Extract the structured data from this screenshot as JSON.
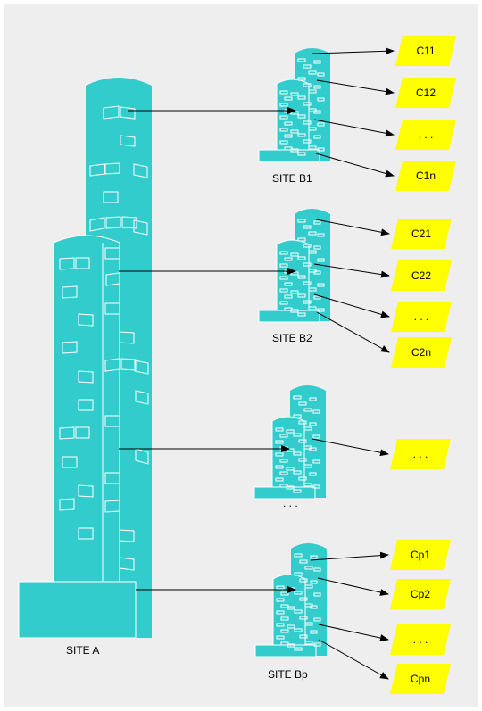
{
  "colors": {
    "background": "#eeeeee",
    "building": "#33cccc",
    "window": "#ffffff",
    "target_fill": "#ffff00",
    "arrow": "#000000"
  },
  "site_a": {
    "label": "SITE A"
  },
  "sites": [
    {
      "label": "SITE B1",
      "targets": [
        "C11",
        "C12",
        ". . .",
        "C1n"
      ]
    },
    {
      "label": "SITE B2",
      "targets": [
        "C21",
        "C22",
        ". . .",
        "C2n"
      ]
    },
    {
      "label": ". . .",
      "targets": [
        ". . ."
      ]
    },
    {
      "label": "SITE Bp",
      "targets": [
        "Cp1",
        "Cp2",
        ". . .",
        "Cpn"
      ]
    }
  ]
}
